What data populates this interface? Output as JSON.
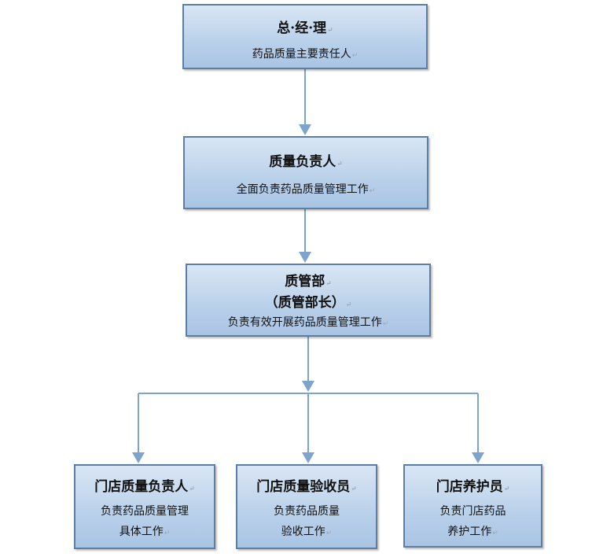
{
  "nodes": {
    "gm": {
      "title": "总·经·理",
      "desc": "药品质量主要责任人"
    },
    "quality_lead": {
      "title": "质量负责人",
      "desc": "全面负责药品质量管理工作"
    },
    "qa_dept": {
      "title": "质管部",
      "title2": "（质管部长）",
      "desc": "负责有效开展药品质量管理工作"
    },
    "store_lead": {
      "title": "门店质量负责人",
      "desc": "负责药品质量管理",
      "desc2": "具体工作"
    },
    "store_inspector": {
      "title": "门店质量验收员",
      "desc": "负责药品质量",
      "desc2": "验收工作"
    },
    "store_maint": {
      "title": "门店养护员",
      "desc": "负责门店药品",
      "desc2": "养护工作"
    }
  },
  "paragraph_mark": "↵",
  "colors": {
    "box_border": "#5a7ea8",
    "box_fill_top": "#d9e6f4",
    "box_fill_bottom": "#a9c4e4",
    "connector": "#7ea3cc"
  }
}
